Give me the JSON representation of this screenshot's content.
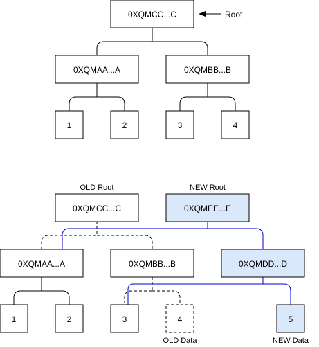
{
  "colors": {
    "stroke": "#000000",
    "new_fill": "#dae8fc",
    "new_edge": "#0000cc",
    "box_fill": "#ffffff"
  },
  "top_tree": {
    "root": "0XQMCC...C",
    "root_pointer_label": "Root",
    "left_child": "0XQMAA...A",
    "right_child": "0XQMBB...B",
    "leaves": [
      "1",
      "2",
      "3",
      "4"
    ]
  },
  "bottom_tree": {
    "old_root_caption": "OLD Root",
    "new_root_caption": "NEW Root",
    "old_root": "0XQMCC...C",
    "new_root": "0XQMEE...E",
    "node_a": "0XQMAA...A",
    "node_b": "0XQMBB...B",
    "node_d": "0XQMDD...D",
    "leaves": [
      "1",
      "2",
      "3",
      "4",
      "5"
    ],
    "old_data_caption": "OLD Data",
    "new_data_caption": "NEW Data"
  }
}
